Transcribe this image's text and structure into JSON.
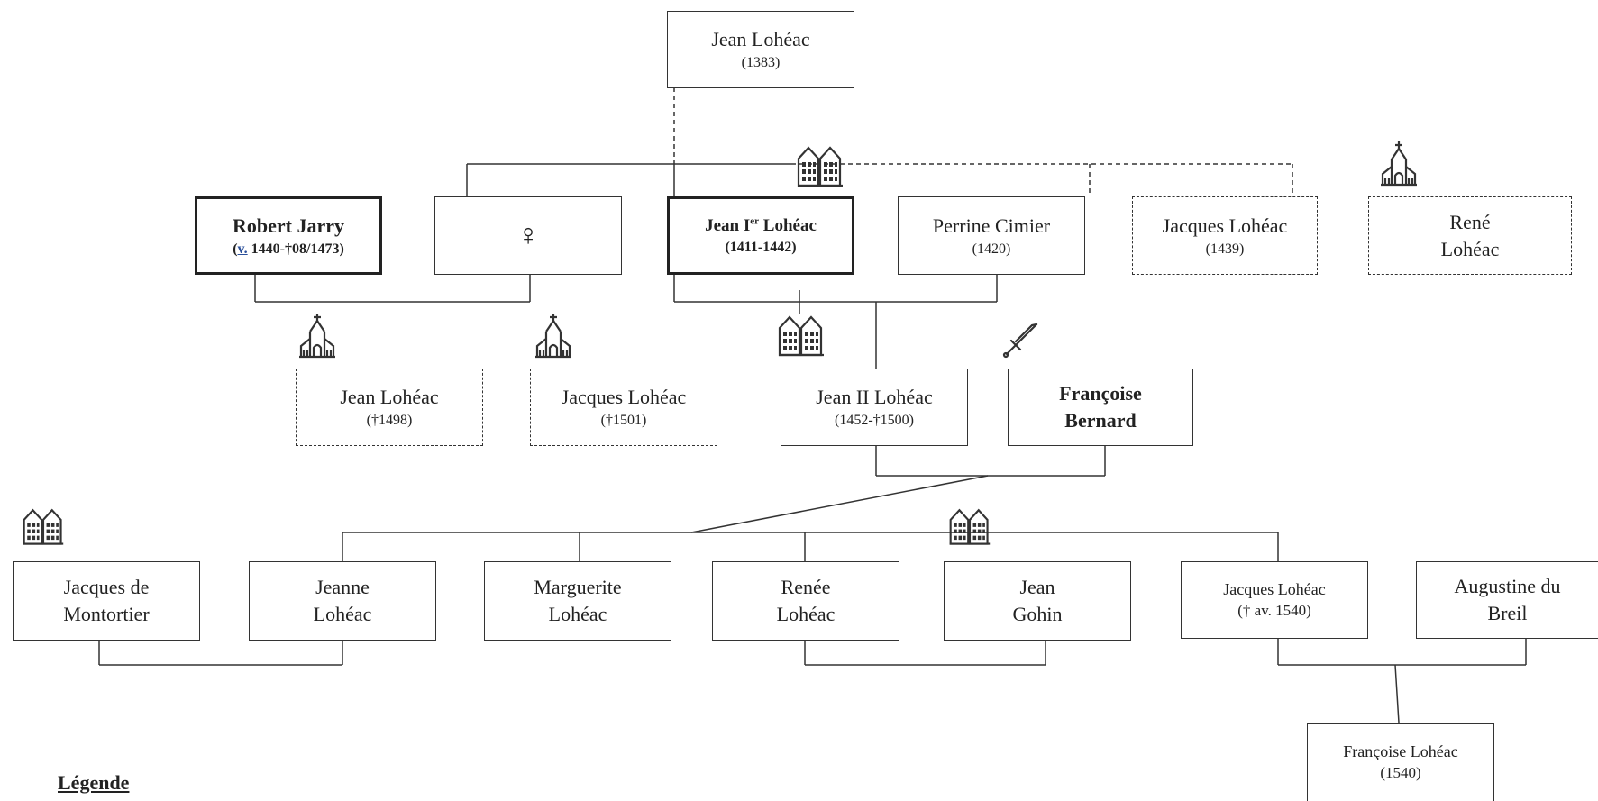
{
  "persons": {
    "jean_loheac_1383": {
      "name": "Jean Lohéac",
      "dates": "(1383)"
    },
    "robert_jarry": {
      "name": "Robert Jarry",
      "dates_abbr": "v.",
      "dates": " 1440-†08/1473)",
      "dates_open": "("
    },
    "female_unknown": {
      "symbol": "♀"
    },
    "jean_i_loheac": {
      "name_a": "Jean I",
      "name_sup": "er",
      "name_b": " Lohéac",
      "dates": "(1411-1442)"
    },
    "perrine_cimier": {
      "name": "Perrine Cimier",
      "dates": "(1420)"
    },
    "jacques_loheac_1439": {
      "name": "Jacques Lohéac",
      "dates": "(1439)"
    },
    "rene_loheac": {
      "name_line1": "René",
      "name_line2": "Lohéac"
    },
    "jean_loheac_1498": {
      "name": "Jean Lohéac",
      "dates": "(†1498)"
    },
    "jacques_loheac_1501": {
      "name": "Jacques Lohéac",
      "dates": "(†1501)"
    },
    "jean_ii_loheac": {
      "name": "Jean II Lohéac",
      "dates": "(1452-†1500)"
    },
    "francoise_bernard": {
      "name_line1": "Françoise",
      "name_line2": "Bernard"
    },
    "jacques_de_montortier": {
      "name_line1": "Jacques de",
      "name_line2": "Montortier"
    },
    "jeanne_loheac": {
      "name_line1": "Jeanne",
      "name_line2": "Lohéac"
    },
    "marguerite_loheac": {
      "name_line1": "Marguerite",
      "name_line2": "Lohéac"
    },
    "renee_loheac": {
      "name_line1": "Renée",
      "name_line2": "Lohéac"
    },
    "jean_gohin": {
      "name_line1": "Jean",
      "name_line2": "Gohin"
    },
    "jacques_loheac_1540": {
      "name": "Jacques Lohéac",
      "dates": "(† av. 1540)"
    },
    "augustine_du_breil": {
      "name_line1": "Augustine du",
      "name_line2": "Breil"
    },
    "francoise_loheac": {
      "name": "Françoise Lohéac",
      "dates": "(1540)"
    }
  },
  "icons": [
    "building-icon",
    "church-icon",
    "sword-icon"
  ],
  "legend": {
    "title": "Légende"
  }
}
